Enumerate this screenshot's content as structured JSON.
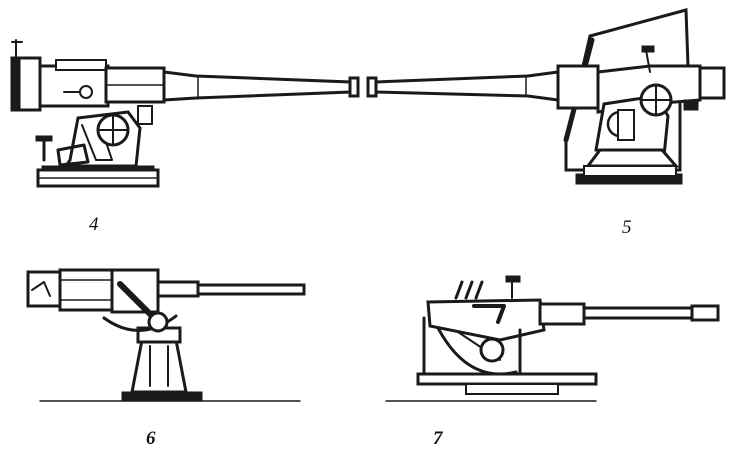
{
  "figures": [
    {
      "id": "fig-4",
      "label": "4"
    },
    {
      "id": "fig-5",
      "label": "5"
    },
    {
      "id": "fig-6",
      "label": "6"
    },
    {
      "id": "fig-7",
      "label": "7"
    }
  ],
  "colors": {
    "ink": "#1a1a1a",
    "paper": "#ffffff"
  }
}
